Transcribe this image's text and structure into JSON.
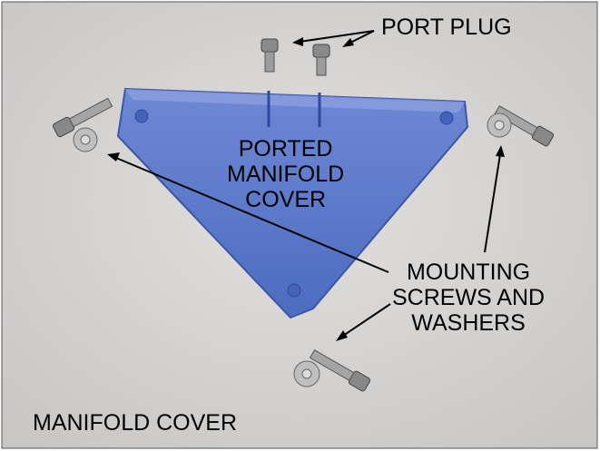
{
  "labels": {
    "port_plug": "PORT PLUG",
    "ported_cover": [
      "PORTED",
      "MANIFOLD",
      "COVER"
    ],
    "mounting": [
      "MOUNTING",
      "SCREWS AND",
      "WASHERS"
    ],
    "caption": "MANIFOLD COVER"
  },
  "colors": {
    "background": "#d8d6d4",
    "cover": "#5a78c8"
  }
}
